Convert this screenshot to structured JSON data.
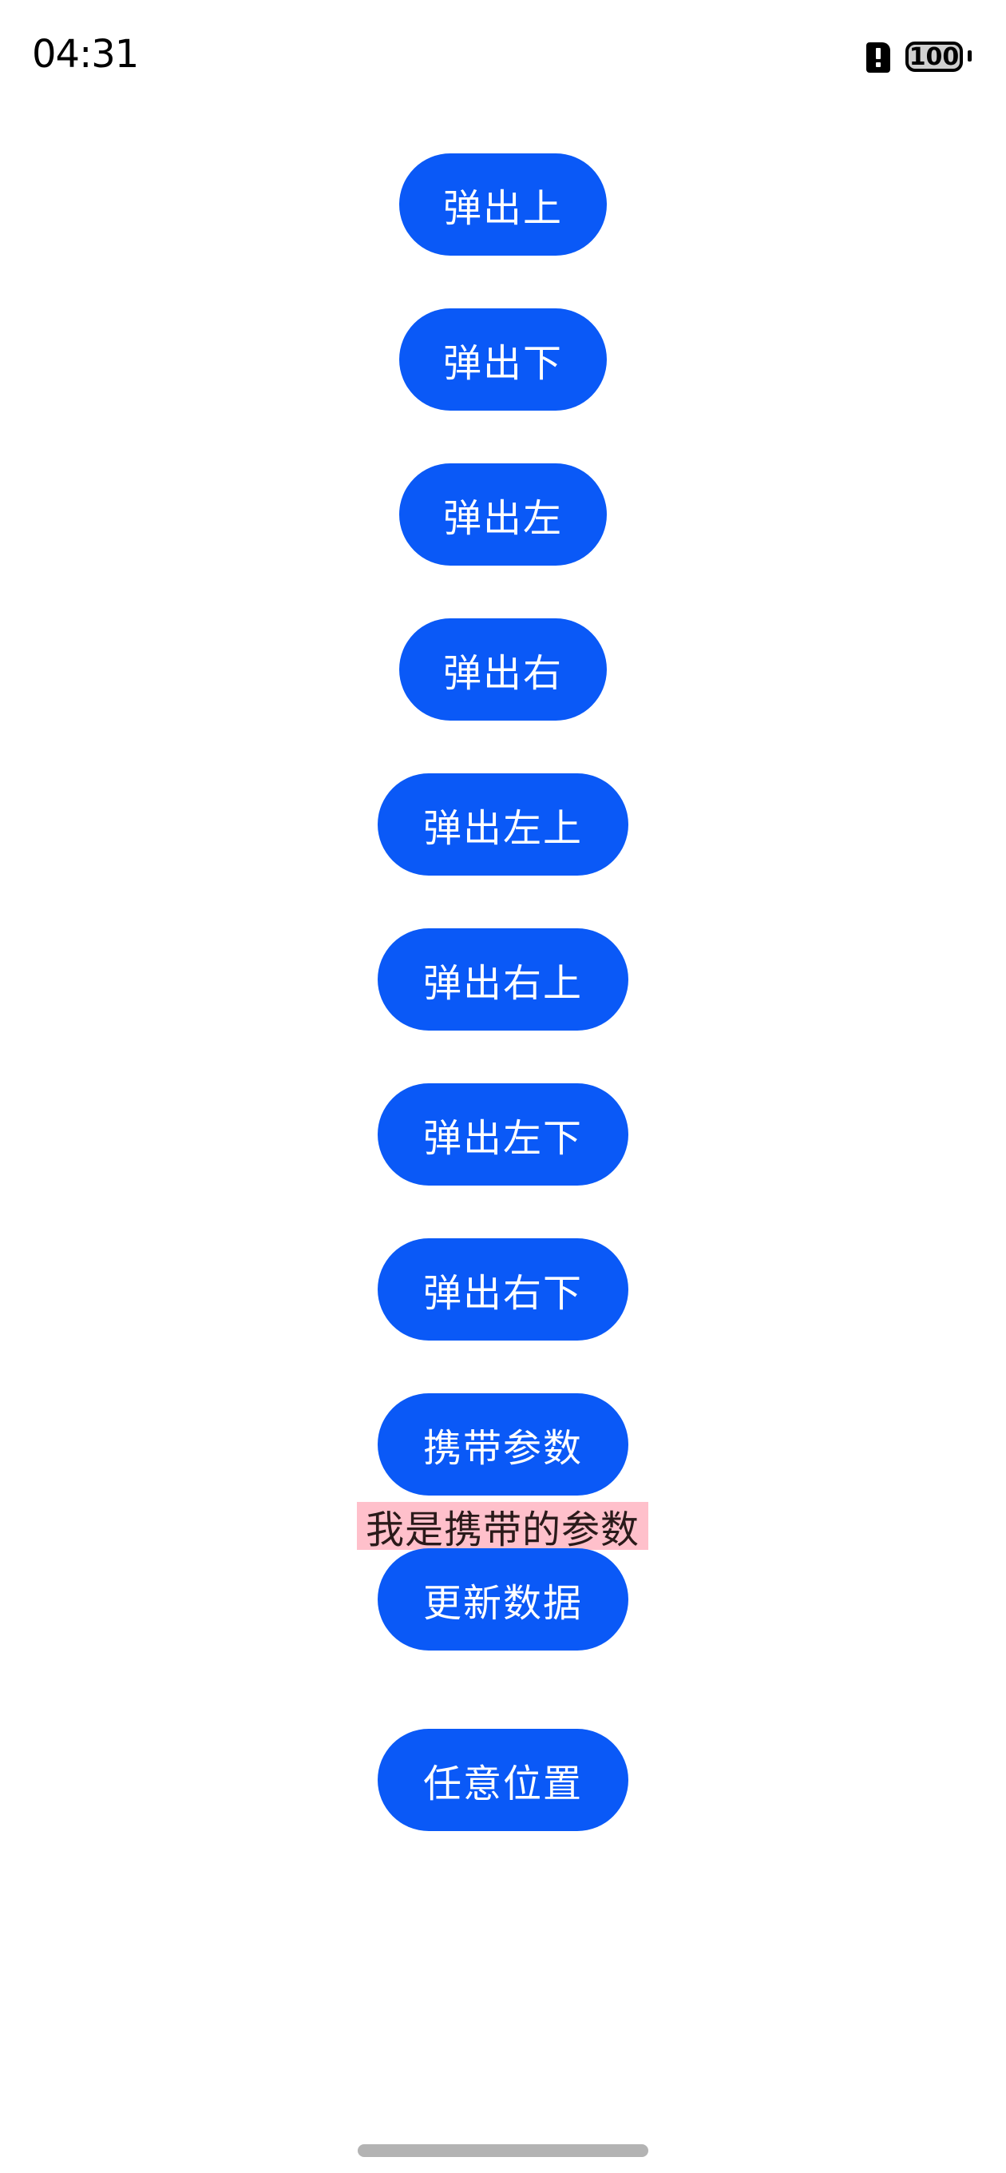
{
  "status_bar": {
    "time": "04:31",
    "battery_level": "100",
    "icons": [
      "sim-alert-icon",
      "battery-icon"
    ]
  },
  "buttons": [
    {
      "label": "弹出上"
    },
    {
      "label": "弹出下"
    },
    {
      "label": "弹出左"
    },
    {
      "label": "弹出右"
    },
    {
      "label": "弹出左上"
    },
    {
      "label": "弹出右上"
    },
    {
      "label": "弹出左下"
    },
    {
      "label": "弹出右下"
    },
    {
      "label": "携带参数"
    },
    {
      "label": "更新数据"
    },
    {
      "label": "任意位置"
    }
  ],
  "param_text": "我是携带的参数",
  "colors": {
    "button_bg": "#0a59f7",
    "button_text": "#ffffff",
    "param_bg": "#ffc0cb",
    "home_indicator": "#b3b3b3"
  }
}
